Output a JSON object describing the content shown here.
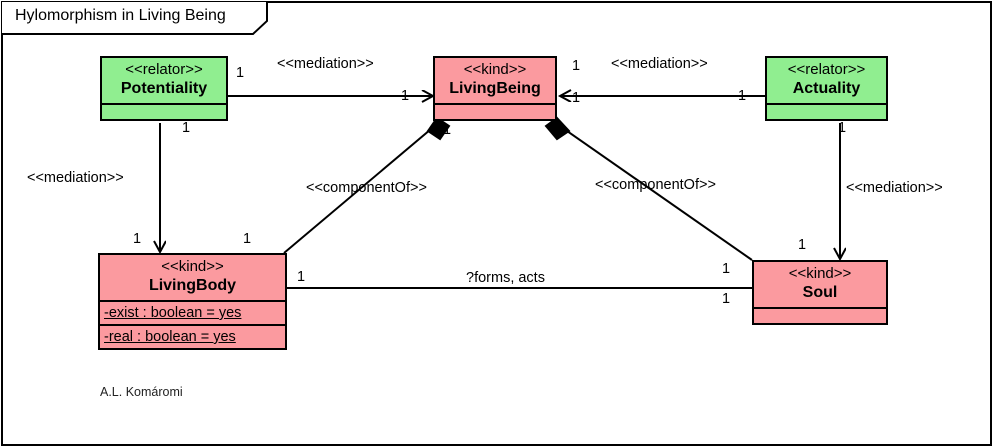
{
  "diagram": {
    "title": "Hylomorphism in Living Being",
    "signature": "A.L. Komáromi",
    "colors": {
      "relator_fill": "#90ee90",
      "kind_fill": "#fb9a9f",
      "line": "#000000",
      "background": "#ffffff"
    }
  },
  "classes": {
    "potentiality": {
      "stereotype": "<<relator>>",
      "name": "Potentiality",
      "attributes": []
    },
    "living_being": {
      "stereotype": "<<kind>>",
      "name": "LivingBeing",
      "attributes": []
    },
    "actuality": {
      "stereotype": "<<relator>>",
      "name": "Actuality",
      "attributes": []
    },
    "living_body": {
      "stereotype": "<<kind>>",
      "name": "LivingBody",
      "attributes": [
        "-exist : boolean = yes",
        "-real : boolean = yes"
      ]
    },
    "soul": {
      "stereotype": "<<kind>>",
      "name": "Soul",
      "attributes": []
    }
  },
  "relations": {
    "mediation_pot_lb": {
      "label": "<<mediation>>",
      "source_mult": "1",
      "target_mult": "1"
    },
    "mediation_act_lb": {
      "label": "<<mediation>>",
      "source_mult": "1",
      "target_mult": "1"
    },
    "mediation_pot_body": {
      "label": "<<mediation>>",
      "source_mult": "1",
      "target_mult": "1"
    },
    "mediation_act_soul": {
      "label": "<<mediation>>",
      "source_mult": "1",
      "target_mult": "1"
    },
    "component_body": {
      "label": "<<componentOf>>",
      "whole_mult": "1",
      "part_mult": "1"
    },
    "component_soul": {
      "label": "<<componentOf>>",
      "whole_mult": "1",
      "part_mult": "1"
    },
    "forms_acts": {
      "label": "?forms, acts",
      "source_mult": "1",
      "target_mult": "1"
    }
  }
}
